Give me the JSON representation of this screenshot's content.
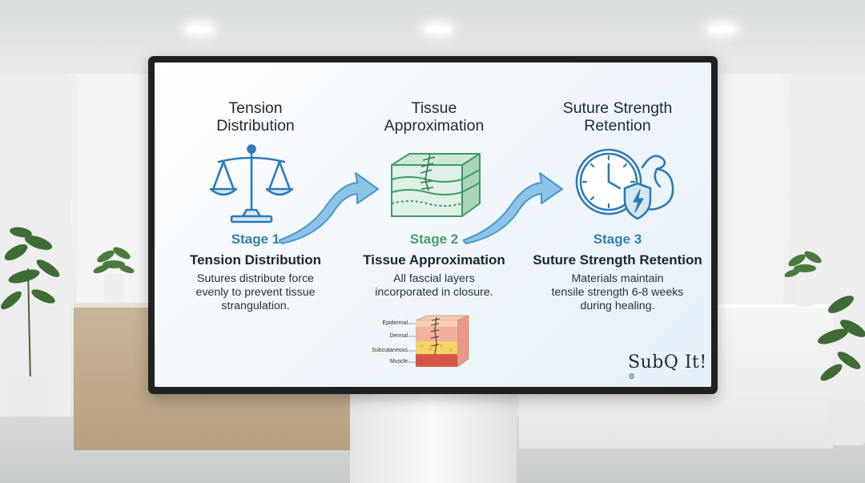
{
  "columns": [
    {
      "title_lines": [
        "Tension",
        "Distribution"
      ],
      "stage": "Stage 1",
      "heading": "Tension Distribution",
      "description_lines": [
        "Sutures distribute force",
        "evenly to prevent tissue",
        "strangulation."
      ],
      "icon": "balance-scale-icon"
    },
    {
      "title_lines": [
        "Tissue",
        "Approximation"
      ],
      "stage": "Stage 2",
      "heading": "Tissue Approximation",
      "description_lines": [
        "All fascial layers",
        "incorporated in closure."
      ],
      "icon": "sutured-tissue-block-icon"
    },
    {
      "title_lines": [
        "Suture Strength",
        "Retention"
      ],
      "stage": "Stage 3",
      "heading": "Suture Strength Retention",
      "description_lines": [
        "Materials maintain",
        "tensile strength 6-8 weeks",
        "during healing."
      ],
      "icon": "clock-shield-muscle-icon"
    }
  ],
  "skin_diagram": {
    "layers": [
      "Epidermal",
      "Dermal",
      "Subcutaneous",
      "Muscle"
    ]
  },
  "brand": {
    "name": "SubQ It!",
    "mark": "®"
  },
  "colors": {
    "stage1": "#2f7fb0",
    "stage2": "#4a9a6e",
    "stage3": "#2f7fb0",
    "icon_blue": "#2c7bb6",
    "icon_green": "#3e9a6a",
    "arrow_blue": "#5aa6d6"
  }
}
